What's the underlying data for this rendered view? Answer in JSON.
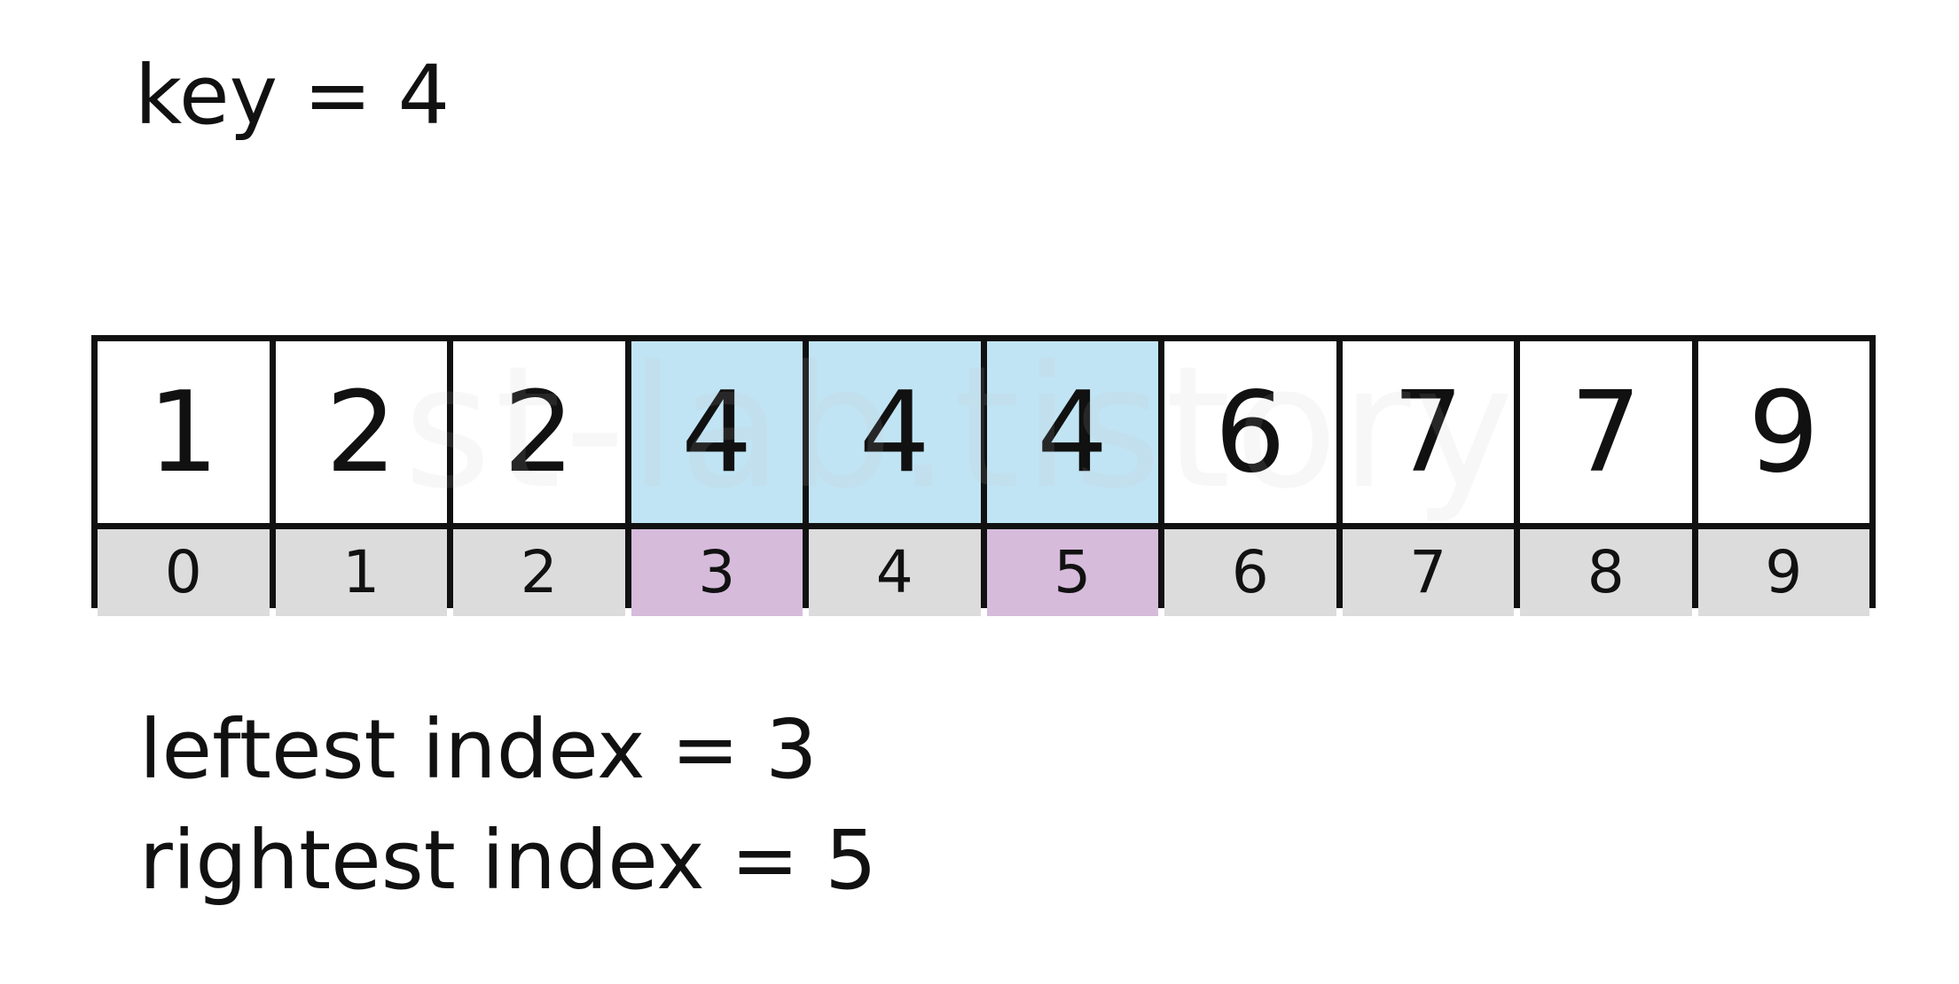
{
  "key_label": "key = 4",
  "watermark": "st-lab.tistory",
  "array": {
    "values": [
      "1",
      "2",
      "2",
      "4",
      "4",
      "4",
      "6",
      "7",
      "7",
      "9"
    ],
    "indices": [
      "0",
      "1",
      "2",
      "3",
      "4",
      "5",
      "6",
      "7",
      "8",
      "9"
    ],
    "highlighted_value_positions": [
      3,
      4,
      5
    ],
    "marked_index_positions": [
      3,
      5
    ]
  },
  "results": {
    "leftest": "leftest index = 3",
    "rightest": "rightest index = 5"
  },
  "colors": {
    "highlight": "#c1e4f4",
    "marked_index": "#d6bbdb",
    "index_background": "#dcdcdd",
    "border": "#111111"
  }
}
